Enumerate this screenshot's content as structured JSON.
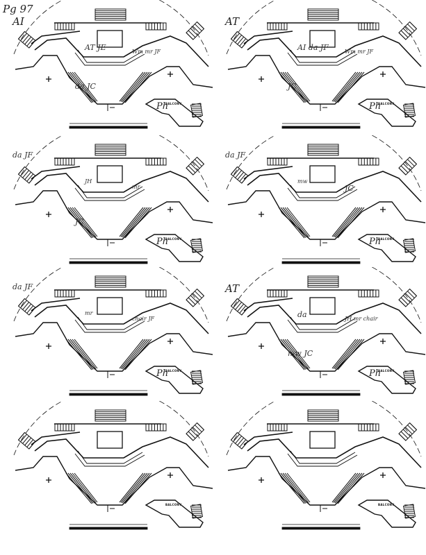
{
  "page": {
    "page_label": "Pg 97",
    "balcony_label": "BALCONY",
    "panels": [
      {
        "notes": [
          {
            "t": "AI",
            "c": "big"
          },
          {
            "t": "AT JE",
            "c": ""
          },
          {
            "t": "Wm mr JF",
            "c": "small"
          },
          {
            "t": "da JC",
            "c": ""
          }
        ],
        "ph": "Ph"
      },
      {
        "notes": [
          {
            "t": "AT",
            "c": "big"
          },
          {
            "t": "AI da JF",
            "c": ""
          },
          {
            "t": "Wm mr JF",
            "c": "small"
          },
          {
            "t": "JC",
            "c": ""
          }
        ],
        "ph": "Ph"
      },
      {
        "notes": [
          {
            "t": "da JF",
            "c": ""
          },
          {
            "t": "JH",
            "c": "small"
          },
          {
            "t": "mr",
            "c": "small"
          },
          {
            "t": "JC",
            "c": ""
          }
        ],
        "ph": "Ph"
      },
      {
        "notes": [
          {
            "t": "da JF",
            "c": ""
          },
          {
            "t": "mw",
            "c": "small"
          },
          {
            "t": "JC",
            "c": ""
          },
          {
            "t": "",
            "c": ""
          }
        ],
        "ph": "Ph"
      },
      {
        "notes": [
          {
            "t": "da JF",
            "c": ""
          },
          {
            "t": "mr",
            "c": "small"
          },
          {
            "t": "chair JF",
            "c": "small"
          },
          {
            "t": "",
            "c": ""
          }
        ],
        "ph": "Ph"
      },
      {
        "notes": [
          {
            "t": "AT",
            "c": "big"
          },
          {
            "t": "da",
            "c": ""
          },
          {
            "t": "JH mr chair",
            "c": "small"
          },
          {
            "t": "mw JC",
            "c": ""
          }
        ],
        "ph": "Ph"
      },
      {
        "notes": [
          {
            "t": "",
            "c": ""
          },
          {
            "t": "",
            "c": ""
          },
          {
            "t": "",
            "c": ""
          },
          {
            "t": "",
            "c": ""
          }
        ],
        "ph": ""
      },
      {
        "notes": [
          {
            "t": "",
            "c": ""
          },
          {
            "t": "",
            "c": ""
          },
          {
            "t": "",
            "c": ""
          },
          {
            "t": "",
            "c": ""
          }
        ],
        "ph": ""
      }
    ]
  }
}
